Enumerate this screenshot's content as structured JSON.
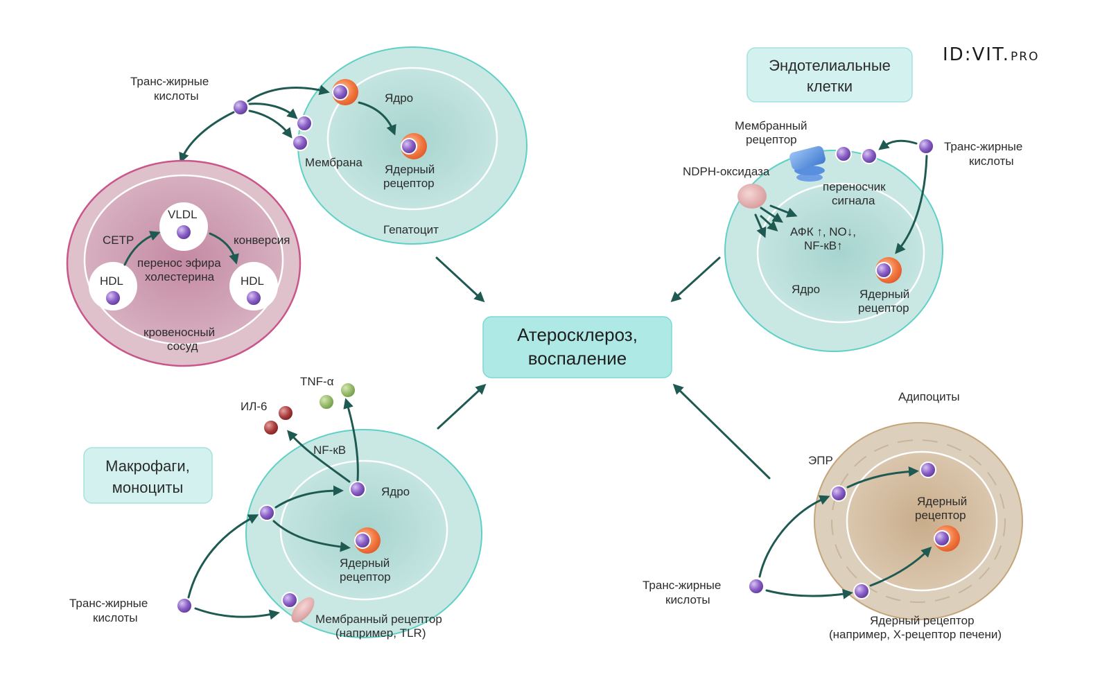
{
  "logo": {
    "main": "ID:VIT.",
    "suffix": "PRO"
  },
  "center": {
    "line1": "Атеросклероз,",
    "line2": "воспаление"
  },
  "hepatocyte": {
    "tfa_line1": "Транс-жирные",
    "tfa_line2": "кислоты",
    "nucleus": "Ядро",
    "membrane": "Мембрана",
    "nuclear_receptor_line1": "Ядерный",
    "nuclear_receptor_line2": "рецептор",
    "cell": "Гепатоцит"
  },
  "vessel": {
    "vldl": "VLDL",
    "cetp": "CETP",
    "conversion": "конверсия",
    "hdl_left": "HDL",
    "hdl_right": "HDL",
    "transfer_line1": "перенос эфира",
    "transfer_line2": "холестерина",
    "vessel_line1": "кровеносный",
    "vessel_line2": "сосуд"
  },
  "endothelial": {
    "title_line1": "Эндотелиальные",
    "title_line2": "клетки",
    "membrane_receptor_line1": "Мембранный",
    "membrane_receptor_line2": "рецептор",
    "tfa_line1": "Транс-жирные",
    "tfa_line2": "кислоты",
    "ndph": "NDPH-оксидаза",
    "carrier_line1": "переносчик",
    "carrier_line2": "сигнала",
    "afk_line1": "АФК ↑, NO↓,",
    "afk_line2": "NF-кВ↑",
    "nucleus": "Ядро",
    "nuclear_receptor_line1": "Ядерный",
    "nuclear_receptor_line2": "рецептор"
  },
  "macrophage": {
    "title_line1": "Макрофаги,",
    "title_line2": "моноциты",
    "tnf": "TNF-α",
    "il6": "ИЛ-6",
    "nfkb": "NF-кВ",
    "nucleus": "Ядро",
    "nuclear_receptor_line1": "Ядерный",
    "nuclear_receptor_line2": "рецептор",
    "tfa_line1": "Транс-жирные",
    "tfa_line2": "кислоты",
    "membrane_receptor_line1": "Мембранный рецептор",
    "membrane_receptor_line2": "(например, TLR)"
  },
  "adipocyte": {
    "title": "Адипоциты",
    "epr": "ЭПР",
    "nuclear_receptor_line1": "Ядерный",
    "nuclear_receptor_line2": "рецептор",
    "tfa_line1": "Транс-жирные",
    "tfa_line2": "кислоты",
    "bottom_line1": "Ядерный рецептор",
    "bottom_line2": "(например, X-рецептор печени)"
  },
  "colors": {
    "cell_fill": "#c9e8e4",
    "cell_stroke": "#5fd0c6",
    "vessel_fill": "#dfc1cc",
    "vessel_stroke": "#c9558a",
    "adipocyte_fill": "#dccfbc",
    "adipocyte_stroke": "#c4a57a",
    "box_fill": "#d3f1ef",
    "center_fill": "#aee9e5",
    "arrow": "#1f5a52",
    "molecule": "#7e54b9",
    "receptor": "#f2763f"
  }
}
